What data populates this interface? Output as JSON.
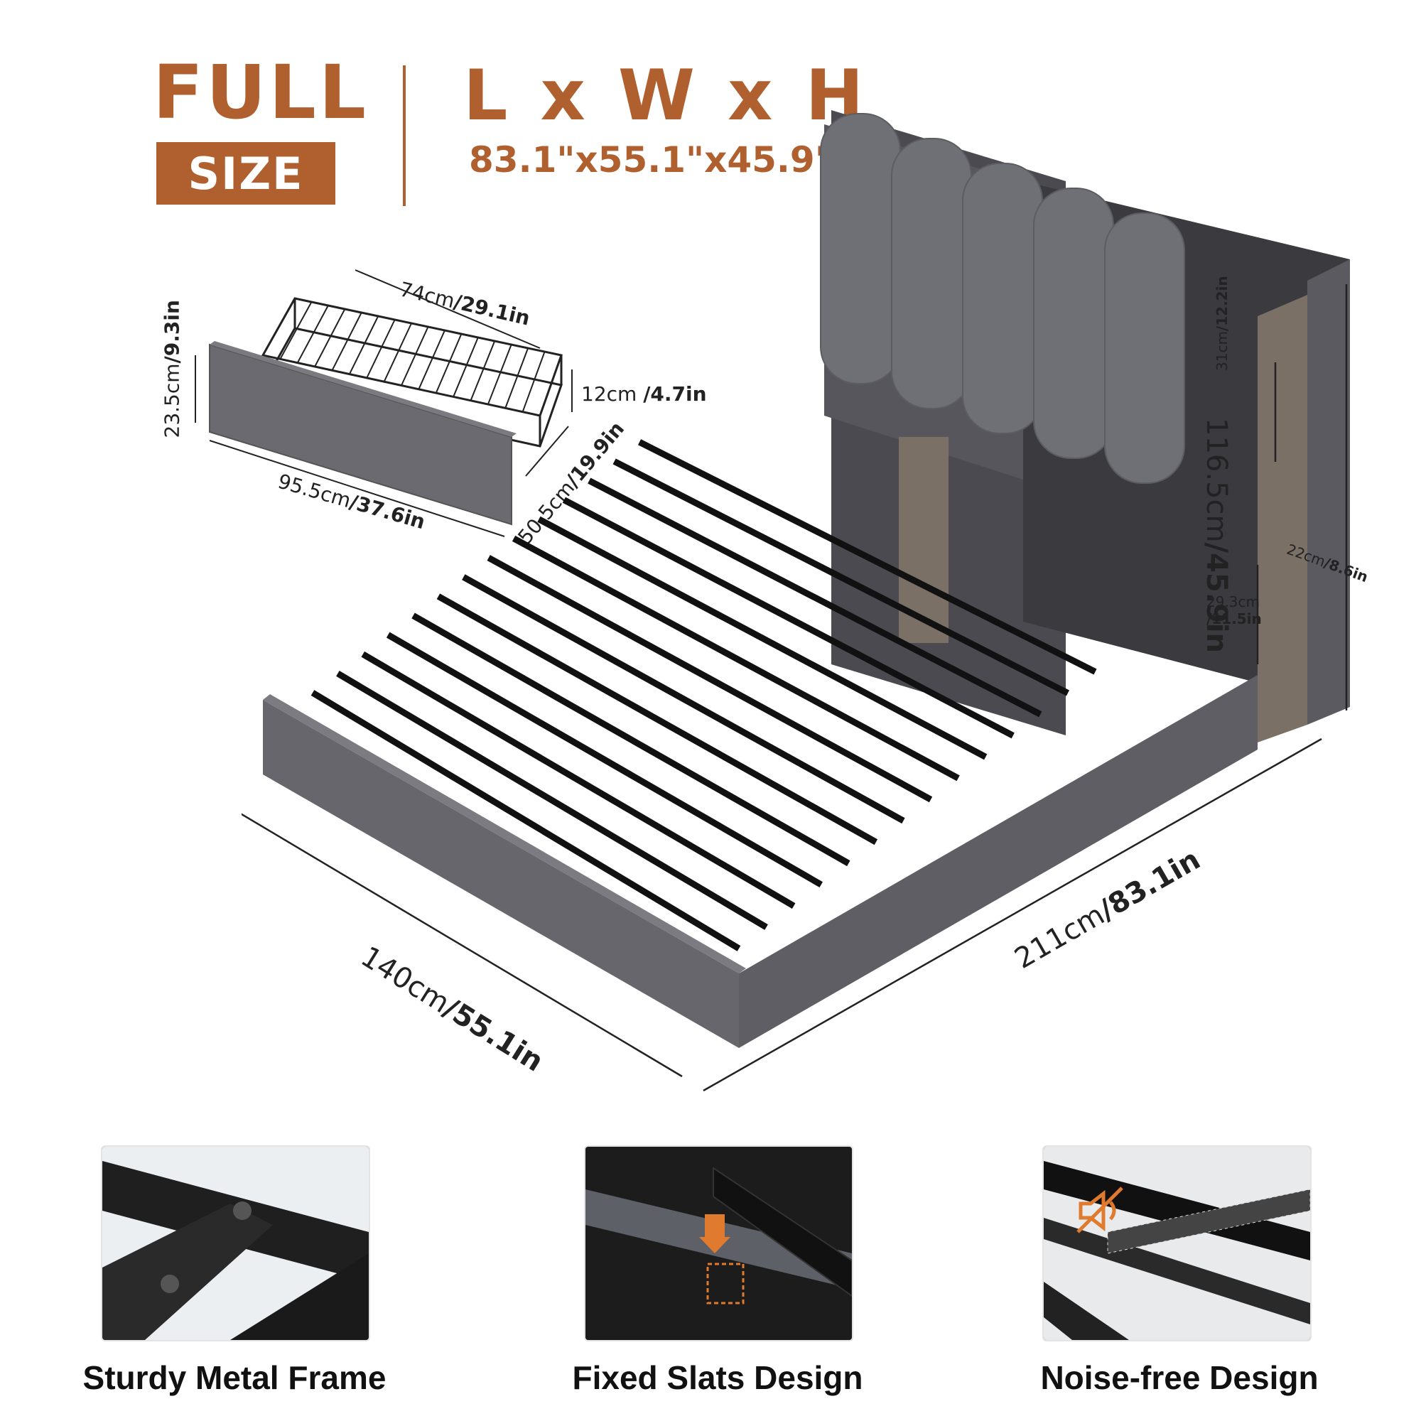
{
  "header": {
    "size_word": "FULL",
    "size_badge": "SIZE",
    "lwh_title": "L x W x H",
    "dimensions": "83.1\"x55.1\"x45.9\""
  },
  "drawer": {
    "length_cm": "74cm",
    "length_in": "/29.1in",
    "height_cm": "23.5cm",
    "height_in": "/9.3in",
    "basket_h_cm": "12cm ",
    "basket_h_in": "/4.7in",
    "width_cm": "95.5cm",
    "width_in": "/37.6in",
    "depth_cm": "50.5cm",
    "depth_in": "/19.9in"
  },
  "bed": {
    "width_cm": "140cm",
    "width_in": "/55.1in",
    "length_cm": "211cm",
    "length_in": "/83.1in",
    "height_cm": "116.5cm",
    "height_in": "/45.9in",
    "shelf_top_cm": "31cm",
    "shelf_top_in": "/12.2in",
    "shelf_mid_cm": "22cm",
    "shelf_mid_in": "/8.6in",
    "clearance_cm": "29.3cm",
    "clearance_in": "/11.5in"
  },
  "features": [
    {
      "label": "Sturdy Metal Frame",
      "icon": "metal-frame-photo"
    },
    {
      "label": "Fixed Slats Design",
      "icon": "fixed-slat-photo"
    },
    {
      "label": "Noise-free Design",
      "icon": "mute-icon"
    }
  ],
  "colors": {
    "brand": "#b0602f",
    "upholstery": "#67676d",
    "metal": "#1b1b1b",
    "wood": "#7a7066"
  }
}
